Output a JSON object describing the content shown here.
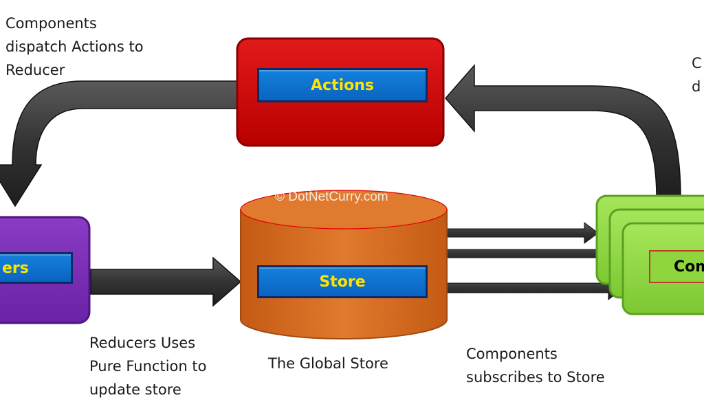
{
  "notes": {
    "dispatch": [
      "Components",
      "dispatch Actions to",
      "Reducer"
    ],
    "reducers_pure": [
      "Reducers Uses",
      "Pure Function to",
      "update store"
    ],
    "global_store": "The Global Store",
    "subscribes": [
      "Components",
      "subscribes to Store"
    ],
    "right_partial": [
      "C",
      "d"
    ]
  },
  "nodes": {
    "actions": "Actions",
    "reducers_partial": "ers",
    "store": "Store",
    "components_partial": "Com"
  },
  "watermark": "© DotNetCurry.com",
  "colors": {
    "actions": "#cc0000",
    "reducers": "#7b2fb5",
    "store": "#d2691e",
    "components": "#8ed63e",
    "label_blue": "#0a6fd4",
    "label_text": "#ffe400",
    "arrow": "#3a3a3a"
  }
}
